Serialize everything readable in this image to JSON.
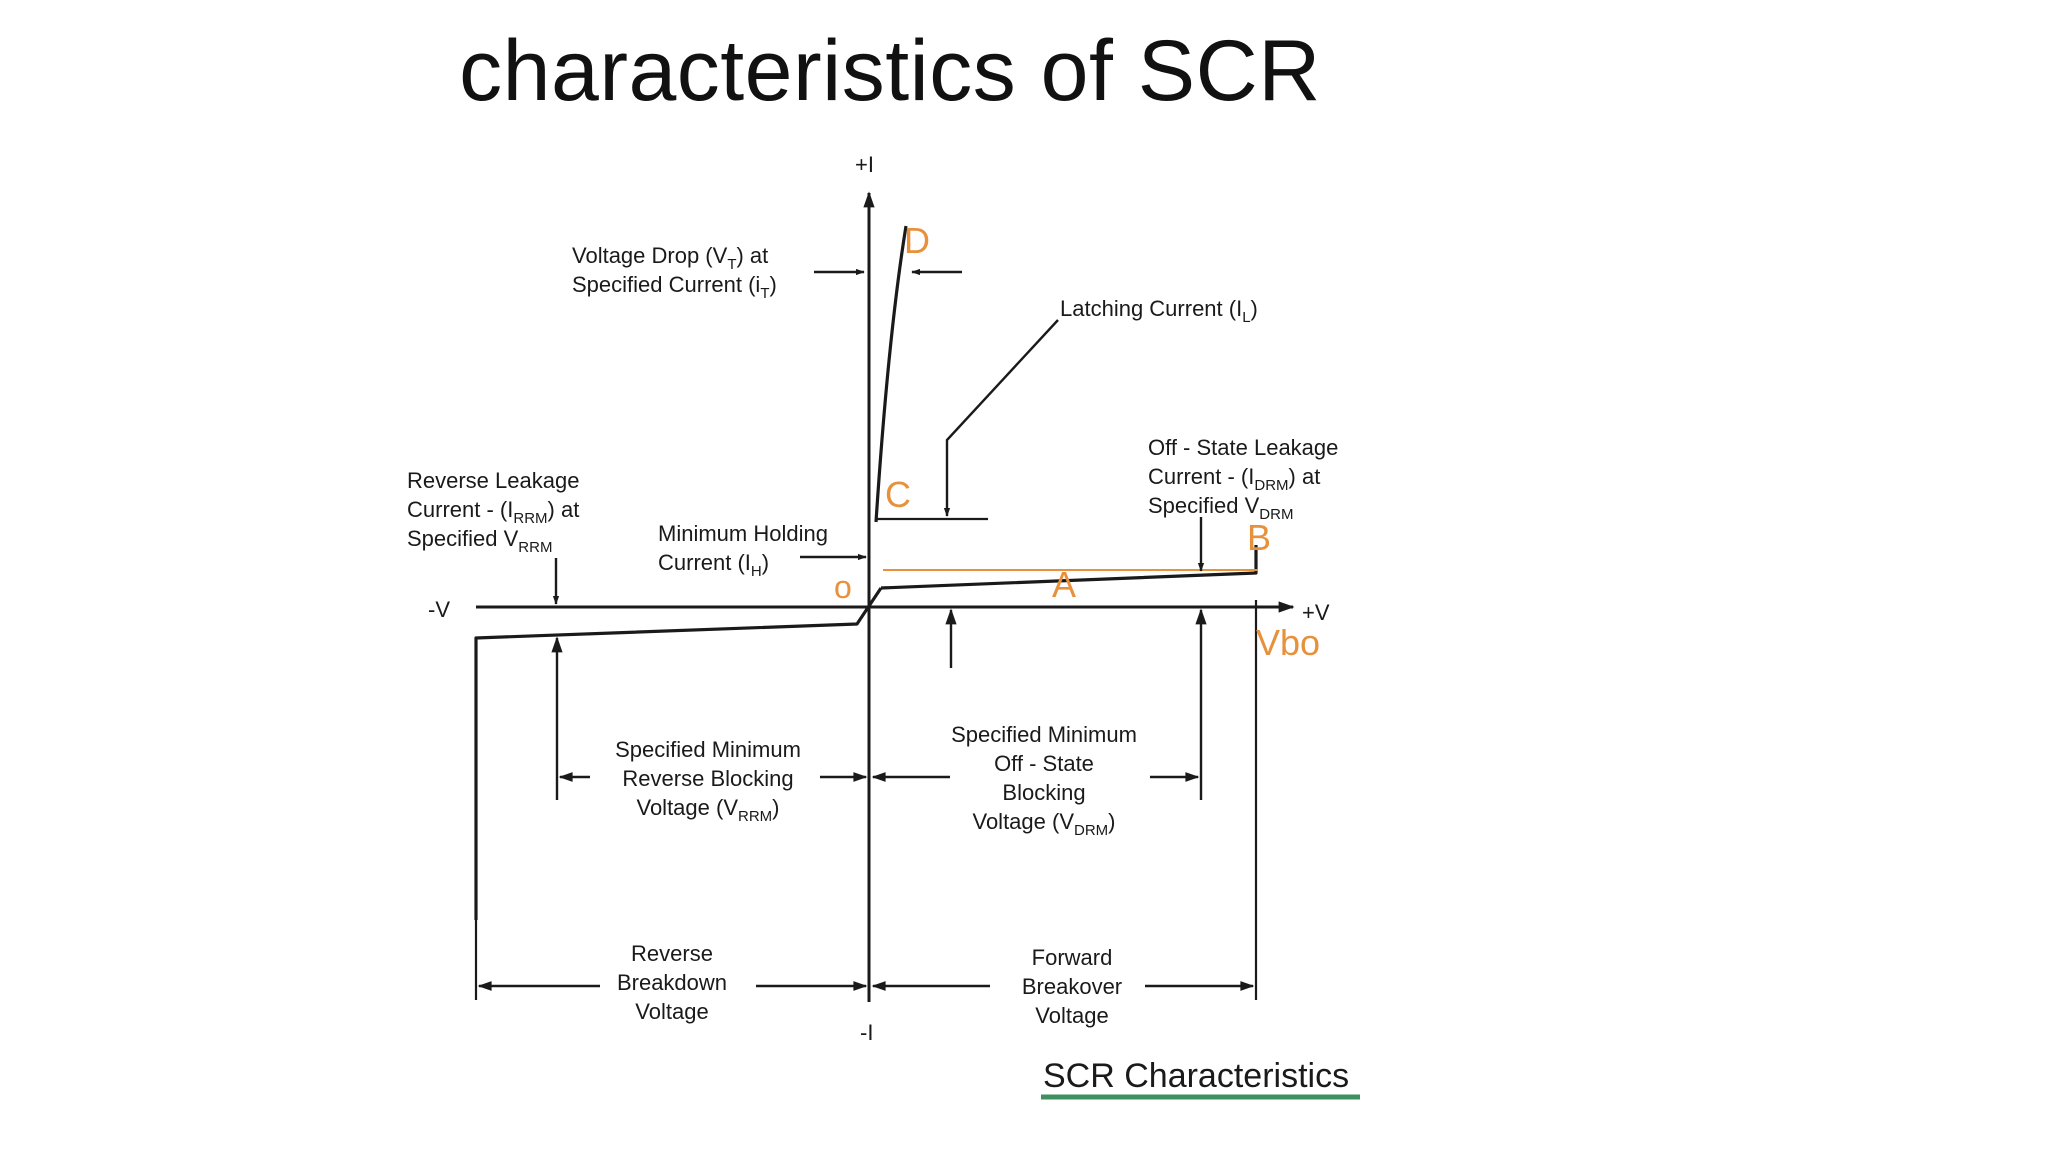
{
  "slide": {
    "title": "characteristics of SCR",
    "caption": "SCR Characteristics"
  },
  "axes": {
    "y_pos": "+I",
    "y_neg": "-I",
    "x_pos": "+V",
    "x_neg": "-V"
  },
  "points": {
    "o": "o",
    "a": "A",
    "b": "B",
    "c": "C",
    "d": "D",
    "vbo": "Vbo"
  },
  "labels": {
    "voltage_drop": {
      "l1_a": "Voltage Drop (V",
      "l1_sub": "T",
      "l1_b": ") at",
      "l2_a": "Specified Current (i",
      "l2_sub": "T",
      "l2_b": ")"
    },
    "latching": {
      "a": "Latching Current (I",
      "sub": "L",
      "b": ")"
    },
    "off_state_leakage": {
      "l1": "Off - State Leakage",
      "l2_a": "Current - (I",
      "l2_sub": "DRM",
      "l2_b": ") at",
      "l3_a": "Specified V",
      "l3_sub": "DRM"
    },
    "reverse_leakage": {
      "l1": "Reverse Leakage",
      "l2_a": "Current - (I",
      "l2_sub": "RRM",
      "l2_b": ") at",
      "l3_a": "Specified V",
      "l3_sub": "RRM"
    },
    "holding": {
      "l1": "Minimum Holding",
      "l2_a": "Current (I",
      "l2_sub": "H",
      "l2_b": ")"
    },
    "reverse_blocking": {
      "l1": "Specified Minimum",
      "l2": "Reverse Blocking",
      "l3_a": "Voltage (V",
      "l3_sub": "RRM",
      "l3_b": ")"
    },
    "off_state_blocking": {
      "l1": "Specified Minimum",
      "l2": "Off - State",
      "l3": "Blocking",
      "l4_a": "Voltage (V",
      "l4_sub": "DRM",
      "l4_b": ")"
    },
    "reverse_breakdown": {
      "l1": "Reverse",
      "l2": "Breakdown",
      "l3": "Voltage"
    },
    "forward_breakover": {
      "l1": "Forward",
      "l2": "Breakover",
      "l3": "Voltage"
    }
  },
  "colors": {
    "curve": "#1a1a1a",
    "accent": "#e8913c",
    "caption_underline": "#3f8f5f"
  }
}
